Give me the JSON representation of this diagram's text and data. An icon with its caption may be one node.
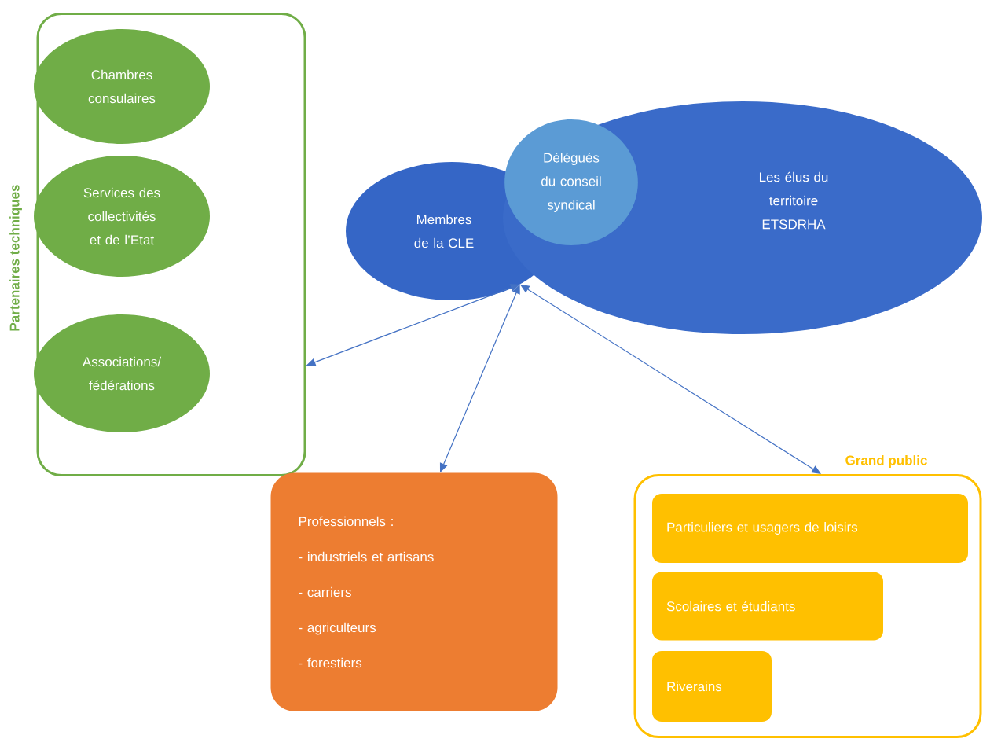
{
  "diagram": {
    "nodes": [
      {
        "text": [
          "Partenaires techniques"
        ]
      },
      {
        "text": [
          "Chambres consulaires"
        ],
        "in": 0
      },
      {
        "text": [
          "Services des collectivités et de l’Etat"
        ],
        "in": 0
      },
      {
        "text": [
          "Associations/ fédérations"
        ],
        "in": 0
      },
      {
        "text": [
          "Membres de la CLE"
        ]
      },
      {
        "text": [
          "Les élus du territoire ETSDRHA"
        ]
      },
      {
        "text": [
          "Délégués du conseil syndical"
        ],
        "in": 5
      },
      {
        "text": [
          "Professionnels :",
          "- industriels et artisans",
          "- carriers",
          "- agriculteurs",
          "- forestiers"
        ]
      },
      {
        "text": [
          "Grand public"
        ]
      },
      {
        "text": [
          "Particuliers et usagers de loisirs"
        ],
        "in": 8
      },
      {
        "text": [
          "Scolaires et étudiants"
        ],
        "in": 8
      },
      {
        "text": [
          "Riverains"
        ],
        "in": 8
      }
    ],
    "edges": [
      {
        "from": 4,
        "to": 0,
        "arrow": "both"
      },
      {
        "from": 4,
        "to": 7,
        "arrow": "both"
      },
      {
        "from": 4,
        "to": 8,
        "arrow": "both"
      }
    ]
  }
}
